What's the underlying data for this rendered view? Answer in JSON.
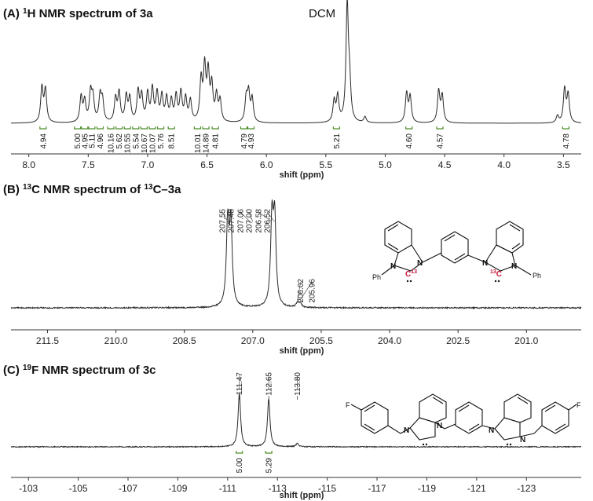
{
  "colors": {
    "spectrum": "#2a2a2a",
    "integral": "#4f8f2a",
    "label13c": "#c8173a"
  },
  "chart_data": [
    {
      "type": "line",
      "panel": "(A)",
      "title_prefix": "(A) ",
      "title_iso": "1",
      "title_mid": "H NMR spectrum of ",
      "title_bold": "3a",
      "annotation": "DCM",
      "annotation_x": 5.32,
      "xlabel": "shift (ppm)",
      "xlim": [
        8.15,
        3.35
      ],
      "ticks": [
        "8.0",
        "7.5",
        "7.0",
        "6.5",
        "6.0",
        "5.5",
        "5.0",
        "4.5",
        "4.0",
        "3.5"
      ],
      "peaks": [
        {
          "x": 7.89,
          "h": 0.3
        },
        {
          "x": 7.86,
          "h": 0.28
        },
        {
          "x": 7.56,
          "h": 0.22
        },
        {
          "x": 7.53,
          "h": 0.18
        },
        {
          "x": 7.48,
          "h": 0.25
        },
        {
          "x": 7.46,
          "h": 0.2
        },
        {
          "x": 7.4,
          "h": 0.22
        },
        {
          "x": 7.38,
          "h": 0.18
        },
        {
          "x": 7.27,
          "h": 0.2
        },
        {
          "x": 7.24,
          "h": 0.25
        },
        {
          "x": 7.18,
          "h": 0.22
        },
        {
          "x": 7.15,
          "h": 0.2
        },
        {
          "x": 7.08,
          "h": 0.26
        },
        {
          "x": 7.05,
          "h": 0.22
        },
        {
          "x": 7.0,
          "h": 0.24
        },
        {
          "x": 6.96,
          "h": 0.28
        },
        {
          "x": 6.92,
          "h": 0.24
        },
        {
          "x": 6.88,
          "h": 0.22
        },
        {
          "x": 6.84,
          "h": 0.2
        },
        {
          "x": 6.8,
          "h": 0.18
        },
        {
          "x": 6.76,
          "h": 0.22
        },
        {
          "x": 6.72,
          "h": 0.25
        },
        {
          "x": 6.68,
          "h": 0.2
        },
        {
          "x": 6.64,
          "h": 0.18
        },
        {
          "x": 6.55,
          "h": 0.35
        },
        {
          "x": 6.52,
          "h": 0.45
        },
        {
          "x": 6.49,
          "h": 0.4
        },
        {
          "x": 6.46,
          "h": 0.3
        },
        {
          "x": 6.42,
          "h": 0.22
        },
        {
          "x": 6.39,
          "h": 0.18
        },
        {
          "x": 6.17,
          "h": 0.2
        },
        {
          "x": 6.15,
          "h": 0.24
        },
        {
          "x": 6.12,
          "h": 0.2
        },
        {
          "x": 5.43,
          "h": 0.18
        },
        {
          "x": 5.4,
          "h": 0.22
        },
        {
          "x": 5.32,
          "h": 1.0
        },
        {
          "x": 5.3,
          "h": 0.3
        },
        {
          "x": 5.17,
          "h": 0.05
        },
        {
          "x": 4.82,
          "h": 0.25
        },
        {
          "x": 4.79,
          "h": 0.22
        },
        {
          "x": 4.55,
          "h": 0.27
        },
        {
          "x": 4.52,
          "h": 0.23
        },
        {
          "x": 3.55,
          "h": 0.06
        },
        {
          "x": 3.49,
          "h": 0.29
        },
        {
          "x": 3.46,
          "h": 0.24
        }
      ],
      "integrals": [
        {
          "x": 7.88,
          "label": "4.94"
        },
        {
          "x": 7.59,
          "label": "5.00"
        },
        {
          "x": 7.53,
          "label": "4.95"
        },
        {
          "x": 7.47,
          "label": "5.11"
        },
        {
          "x": 7.4,
          "label": "4.96"
        },
        {
          "x": 7.31,
          "label": "10.16"
        },
        {
          "x": 7.24,
          "label": "5.62"
        },
        {
          "x": 7.17,
          "label": "10.55"
        },
        {
          "x": 7.1,
          "label": "5.54"
        },
        {
          "x": 7.03,
          "label": "10.67"
        },
        {
          "x": 6.96,
          "label": "10.07"
        },
        {
          "x": 6.89,
          "label": "5.76"
        },
        {
          "x": 6.8,
          "label": "8.51"
        },
        {
          "x": 6.58,
          "label": "10.01"
        },
        {
          "x": 6.51,
          "label": "14.89"
        },
        {
          "x": 6.43,
          "label": "4.81"
        },
        {
          "x": 6.19,
          "label": "4.79"
        },
        {
          "x": 6.13,
          "label": "4.93"
        },
        {
          "x": 5.41,
          "label": "5.21"
        },
        {
          "x": 4.8,
          "label": "4.60"
        },
        {
          "x": 4.54,
          "label": "4.57"
        },
        {
          "x": 3.48,
          "label": "4.78"
        }
      ]
    },
    {
      "type": "line",
      "panel": "(B)",
      "title_prefix": "(B) ",
      "title_iso": "13",
      "title_mid": "C NMR spectrum of ",
      "title_iso2": "13",
      "title_bold": "C–3a",
      "xlabel": "shift (ppm)",
      "xlim": [
        212.3,
        199.8
      ],
      "ticks": [
        "211.5",
        "210.0",
        "208.5",
        "207.0",
        "205.5",
        "204.0",
        "202.5",
        "201.0"
      ],
      "peaks": [
        {
          "x": 207.55,
          "h": 0.95
        },
        {
          "x": 207.48,
          "h": 0.95
        },
        {
          "x": 206.58,
          "h": 0.98
        },
        {
          "x": 206.52,
          "h": 0.98
        },
        {
          "x": 206.02,
          "h": 0.05
        },
        {
          "x": 205.96,
          "h": 0.05
        }
      ],
      "peak_labels": [
        {
          "x": 207.55,
          "label": "207.55"
        },
        {
          "x": 207.48,
          "label": "207.48"
        },
        {
          "x": 207.06,
          "label": "207.06"
        },
        {
          "x": 207.0,
          "label": "207.00"
        },
        {
          "x": 206.58,
          "label": "206.58"
        },
        {
          "x": 206.52,
          "label": "206.52"
        },
        {
          "x": 206.02,
          "label": "206.02"
        },
        {
          "x": 205.96,
          "label": "205.96"
        }
      ]
    },
    {
      "type": "line",
      "panel": "(C)",
      "title_prefix": "(C) ",
      "title_iso": "19",
      "title_mid": "F NMR spectrum of ",
      "title_bold": "3c",
      "xlabel": "shift (ppm)",
      "xlim": [
        -102.3,
        -125.2
      ],
      "ticks": [
        "-103",
        "-105",
        "-107",
        "-109",
        "-111",
        "-113",
        "-115",
        "-117",
        "-119",
        "-121",
        "-123"
      ],
      "peaks": [
        {
          "x": -111.47,
          "h": 0.95
        },
        {
          "x": -112.65,
          "h": 0.85
        },
        {
          "x": -113.8,
          "h": 0.06
        }
      ],
      "peak_labels": [
        {
          "x": -111.47,
          "label": "−111.47"
        },
        {
          "x": -112.65,
          "label": "−112.65"
        },
        {
          "x": -113.8,
          "label": "−113.80"
        }
      ],
      "integrals": [
        {
          "x": -111.47,
          "label": "5.00"
        },
        {
          "x": -112.65,
          "label": "5.29"
        }
      ]
    }
  ],
  "structures": {
    "b": {
      "left_group": "Ph",
      "right_group": "Ph",
      "N": "N",
      "C_left": "C",
      "iso_left": "13",
      "C_right": "C",
      "iso_right": "13"
    },
    "c": {
      "left_group": "F",
      "right_group": "F",
      "N": "N"
    }
  }
}
